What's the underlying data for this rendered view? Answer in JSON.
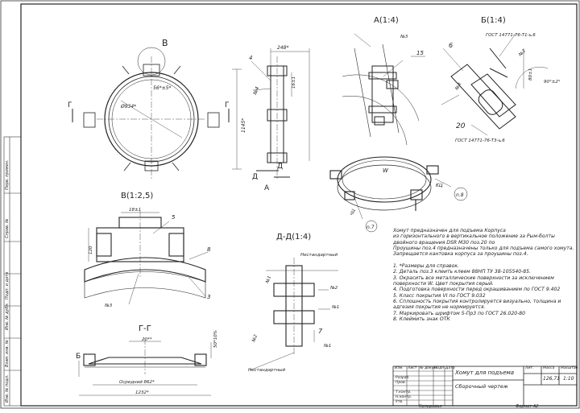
{
  "views": {
    "view_b_label": "В",
    "view_a_label": "А(1:4)",
    "view_b2_label": "Б(1:4)",
    "view_v_label": "В(1:2,5)",
    "view_dd_label": "Д-Д(1:4)",
    "view_gg_label": "Г-Г",
    "section_g": "Г",
    "section_d": "Д",
    "arrow_a": "А",
    "arrow_b": "Б"
  },
  "dims": {
    "d1": "248*",
    "d2": "56*±5*",
    "d3": "Ø934*",
    "d4": "1145*",
    "d5": "16±1",
    "d6": "18±1",
    "d7": "80±1",
    "d8": "90°±2°",
    "d9": "20**",
    "d10": "50*10%",
    "d11": "Осредний 862*",
    "d12": "1232*",
    "d13": "120",
    "d14": "n.8",
    "d15": "n.7",
    "d16": "W",
    "d17": "KЦ",
    "d18": "ЧЦ"
  },
  "callouts": {
    "c4": "4",
    "c14": "№4",
    "c15": "15",
    "c6": "6",
    "c20": "20",
    "c5": "5",
    "c8": "8",
    "c3": "3",
    "c7": "7",
    "no3": "№3",
    "no1": "№1",
    "no2": "№2",
    "gost1": "ГОСТ 14771-76-Т1-⊾6",
    "gost2": "ГОСТ 14771-76-Т3-⊾6",
    "nonstd1": "Нестандартный",
    "nonstd2": "Нестандартный"
  },
  "notes": [
    "Хомут предназначен для подъема Корпуса",
    "из горизонтального в вертикальное положение за Рым-болты",
    "двойного вращения DSR M30 поз.20 по",
    "Проушины поз.4 предназначены только для подъема самого хомута.",
    "Запрещается кантовка корпуса за проушины поз.4.",
    "",
    "1. *Размеры для справок.",
    "2. Деталь поз.3 клеить клеем 88НП ТУ 38-105540-85.",
    "3. Окрасить все металлические поверхности за исключением",
    "поверхности W. Цвет покрытия серый.",
    "4. Подготовка поверхности перед окрашиванием по ГОСТ 9.402",
    "5. Класс покрытия VI по ГОСТ 9.032",
    "6. Сплошность покрытия контролируется визуально, толщина и",
    "адгезия покрытия не нормируется.",
    "7. Маркировать шрифтом 5-Пр3 по ГОСТ 26.020-80",
    "8. Клеймить знак ОТК"
  ],
  "title_block": {
    "title": "Хомут для подъема",
    "subtitle": "Сборочный чертеж",
    "mass_label": "Масса",
    "scale_label": "Масштаб",
    "mass": "126,71",
    "scale": "1:10",
    "col_izm": "Изм.",
    "col_list": "Лист",
    "col_doc": "№ докум.",
    "col_sign": "Подп.",
    "col_date": "Дата",
    "row_razrab": "Разраб.",
    "row_prov": "Пров.",
    "row_tkontr": "Т.контр.",
    "row_nkontr": "Н.контр.",
    "row_utv": "Утв.",
    "lit": "Лит."
  },
  "bottom": {
    "copy": "Копировал",
    "format": "Формат А2"
  },
  "side": {
    "perv": "Перв. примен.",
    "sprav": "Справ. №",
    "podp_data": "Подп. и дата",
    "inv_dubl": "Инв. № дубл.",
    "vzam": "Взам. инв. №",
    "podp_data2": "Подп. и дата",
    "inv_podl": "Инв. № подл."
  }
}
